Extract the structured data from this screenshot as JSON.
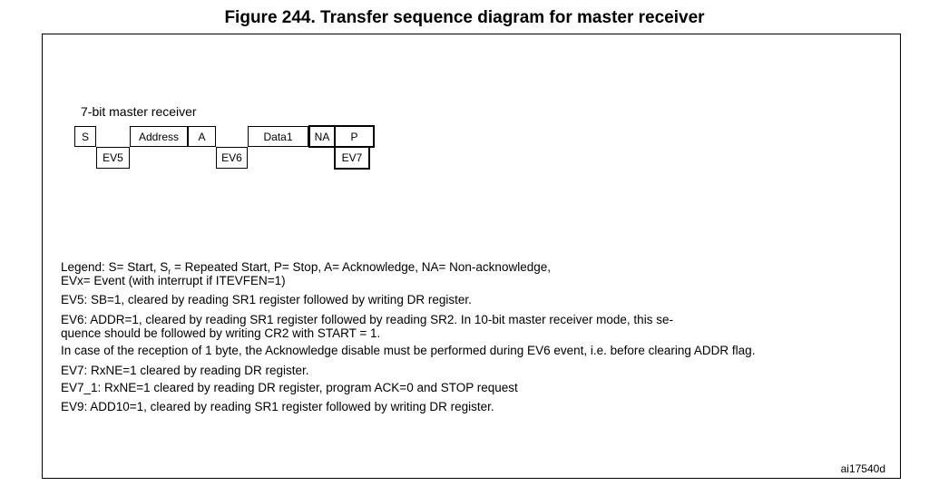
{
  "title": "Figure 244. Transfer sequence diagram for master receiver",
  "diagram": {
    "label": "7-bit master receiver",
    "top_row": [
      "S",
      "Address",
      "A",
      "Data1",
      "NA",
      "P"
    ],
    "events": [
      "EV5",
      "EV6",
      "EV7"
    ]
  },
  "legend": {
    "l1a": "Legend: S= Start, S",
    "l1sub": "r",
    "l1b": " = Repeated Start, P= Stop, A= Acknowledge, NA= Non-acknowledge,",
    "l2": "EVx= Event (with interrupt if ITEVFEN=1)",
    "ev5": "EV5: SB=1, cleared by reading SR1 register followed by writing DR register.",
    "ev6a": "EV6: ADDR=1, cleared by reading SR1 register followed by reading SR2. In 10-bit master receiver mode, this se-",
    "ev6b": "quence should be followed by writing CR2 with START = 1.",
    "ev6c": "In case of the reception of 1 byte, the Acknowledge disable must be performed during EV6 event, i.e. before clearing ADDR flag.",
    "ev7": "EV7: RxNE=1 cleared by reading DR register.",
    "ev7_1": "EV7_1: RxNE=1 cleared by reading DR register, program ACK=0 and STOP request",
    "ev9": "EV9: ADD10=1, cleared by reading SR1 register followed by writing DR register."
  },
  "footer_id": "ai17540d"
}
